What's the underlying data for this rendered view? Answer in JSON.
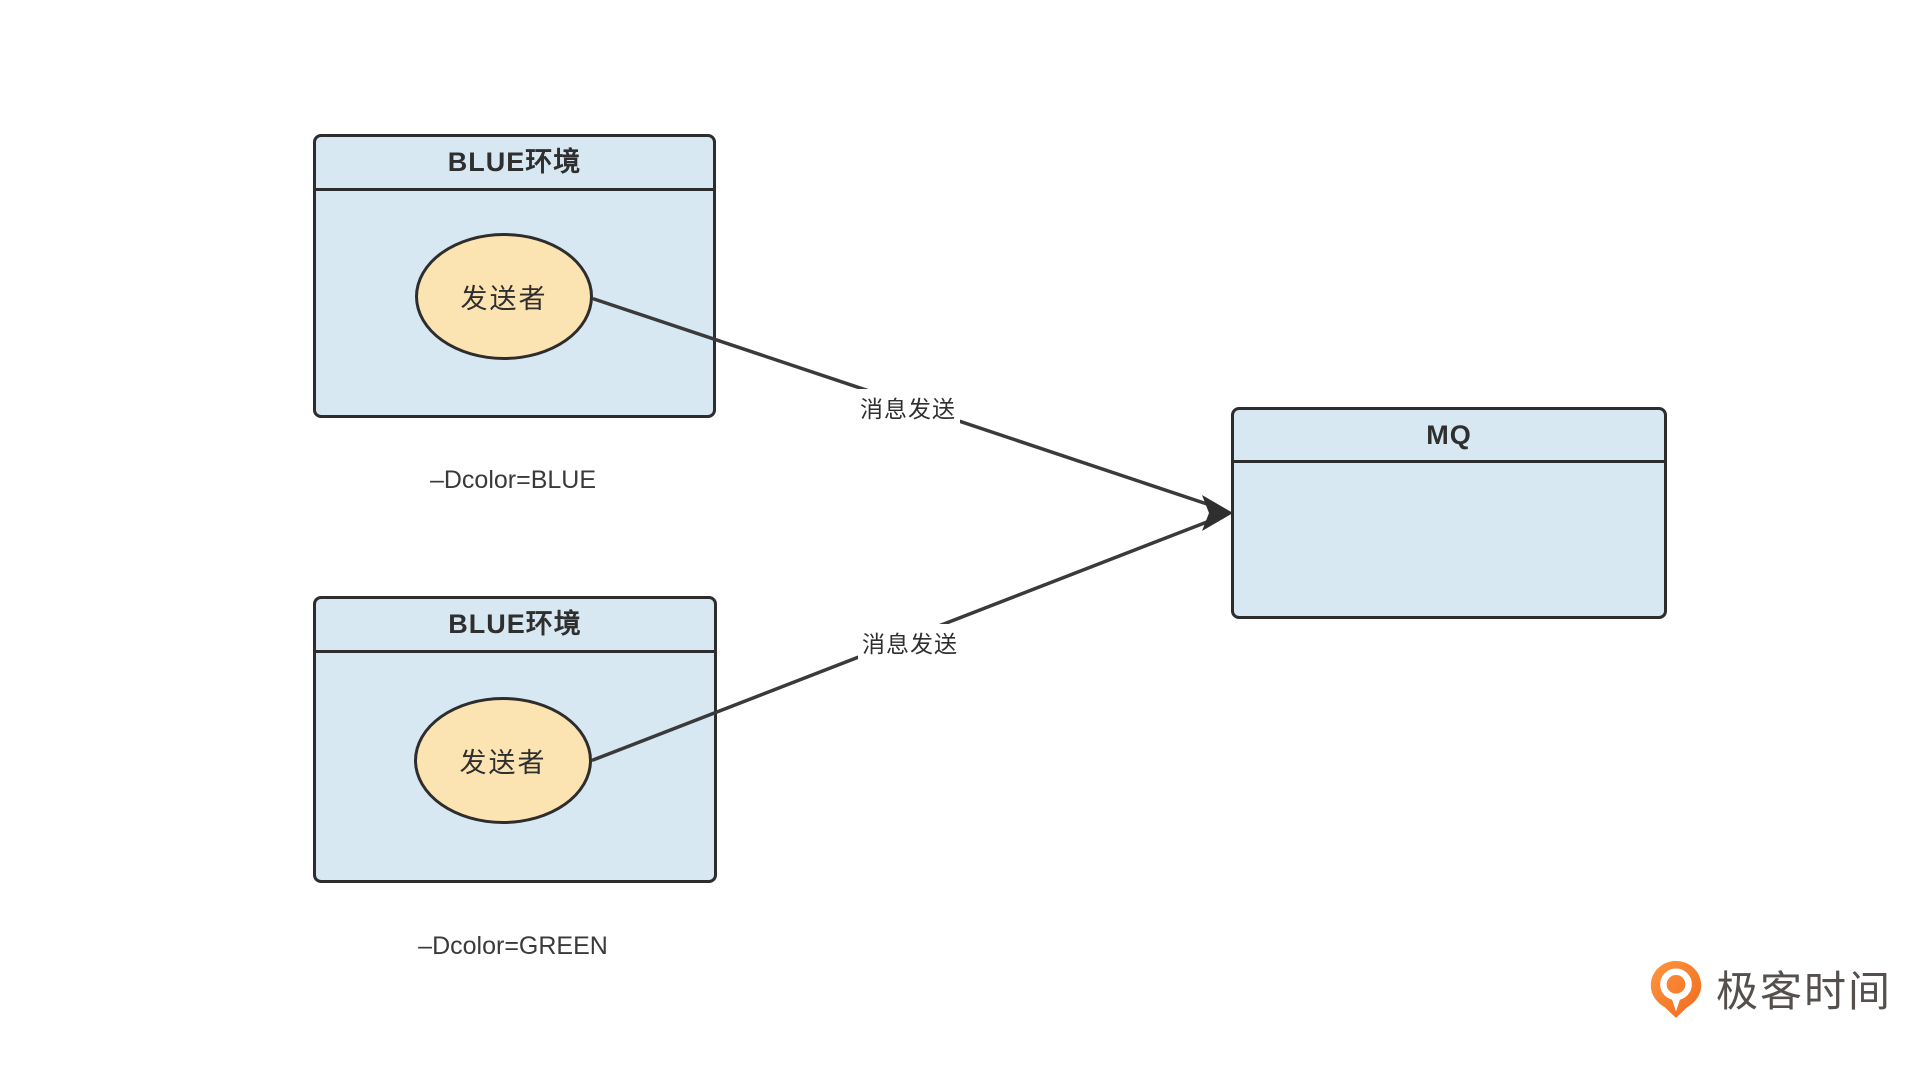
{
  "diagram": {
    "nodes": {
      "blue_env_top": {
        "title": "BLUE环境",
        "sender_label": "发送者",
        "caption": "–Dcolor=BLUE"
      },
      "blue_env_bottom": {
        "title": "BLUE环境",
        "sender_label": "发送者",
        "caption": "–Dcolor=GREEN"
      },
      "mq": {
        "title": "MQ"
      }
    },
    "edges": [
      {
        "from": "blue_env_top.sender",
        "to": "mq",
        "label": "消息发送"
      },
      {
        "from": "blue_env_bottom.sender",
        "to": "mq",
        "label": "消息发送"
      }
    ],
    "colors": {
      "node_fill": "#d8e8f2",
      "node_border": "#2d2d2d",
      "ellipse_fill": "#fce3b2",
      "edge_stroke": "#3a3a3a",
      "text": "#2f2f2f",
      "background": "#ffffff"
    }
  },
  "branding": {
    "logo_text": "极客时间",
    "logo_orange_start": "#ff9640",
    "logo_orange_end": "#ef6a1e"
  }
}
